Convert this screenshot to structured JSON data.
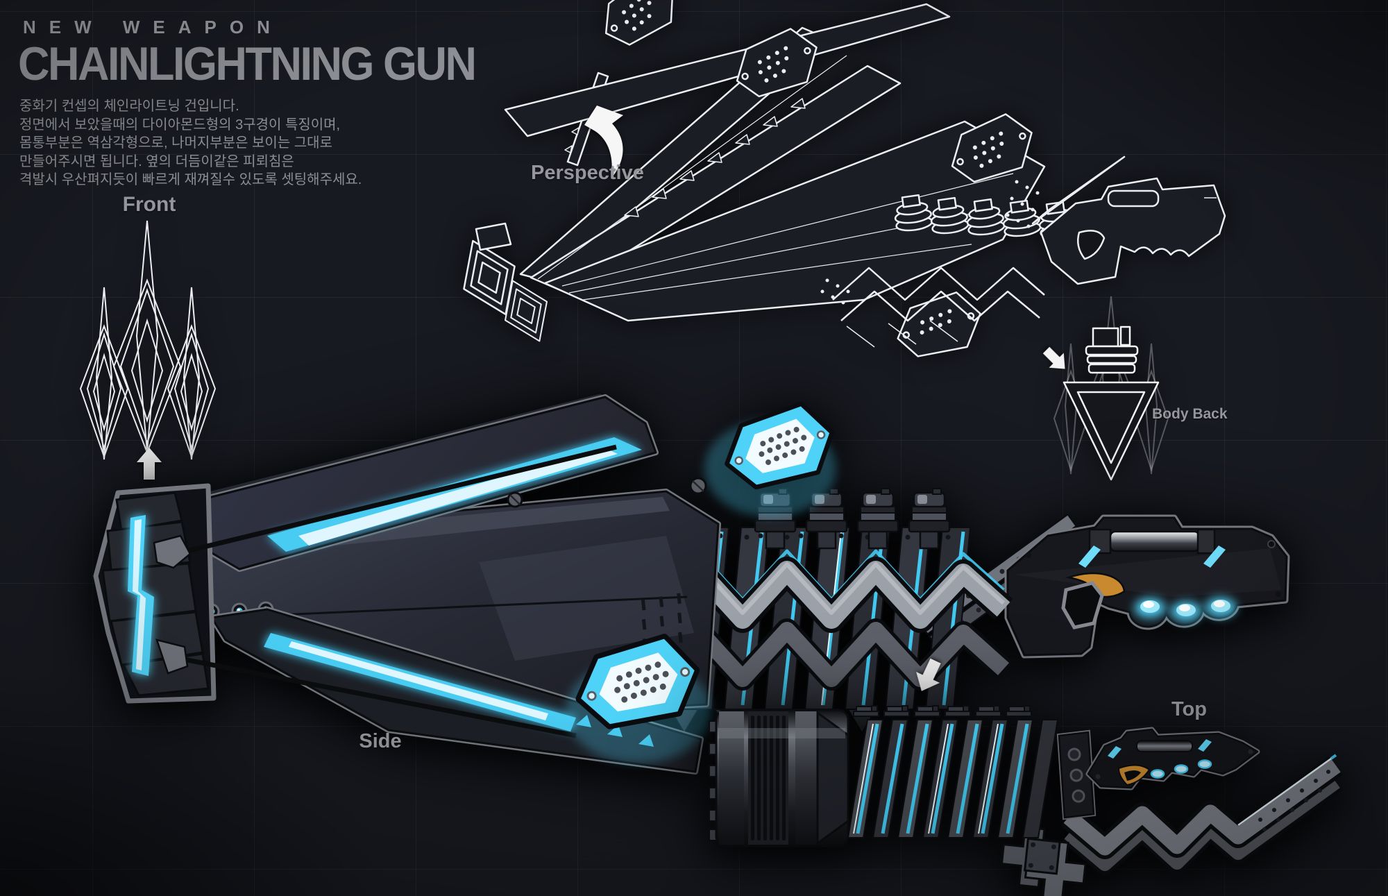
{
  "sheet": {
    "kicker": "NEW WEAPON",
    "title": "CHAINLIGHTNING GUN",
    "description_lines": [
      "중화기 컨셉의 체인라이트닝 건입니다.",
      "정면에서 보았을때의 다이아몬드형의 3구경이 특징이며,",
      "몸통부분은 역삼각형으로, 나머지부분은 보이는 그대로",
      "만들어주시면 됩니다. 옆의 더듬이같은 피뢰침은",
      "격발시 우산펴지듯이 빠르게 재껴질수 있도록 셋팅해주세요."
    ]
  },
  "views": {
    "perspective": {
      "label": "Perspective"
    },
    "front": {
      "label": "Front"
    },
    "body_back": {
      "label": "Body Back"
    },
    "side": {
      "label": "Side"
    },
    "top": {
      "label": "Top"
    }
  },
  "icons": {
    "front_arrow": "up-arrow",
    "perspective_arrow": "curved-up-left-arrow",
    "body_back_arrow": "down-right-arrow",
    "side_arrow": "down-left-arrow"
  },
  "colors": {
    "background": "#181a21",
    "grid_line": "rgba(255,255,255,0.05)",
    "heading": "#8e8f94",
    "body_text": "#8c8e93",
    "label": "#96979c",
    "wireframe": "#eceef1",
    "accent_cyan": "#41c9f1",
    "accent_cyan_glow": "#aeeaff",
    "gun_body_dark": "#23252e",
    "gun_panel": "#3a3e4c",
    "metal_light": "#9ba1a9",
    "metal_mid": "#5c5f67",
    "outline_black": "#0b0c0f",
    "rim_gray": "#74777e",
    "trigger_orange": "#c8892f",
    "arrow_white": "#f4f4f4"
  }
}
